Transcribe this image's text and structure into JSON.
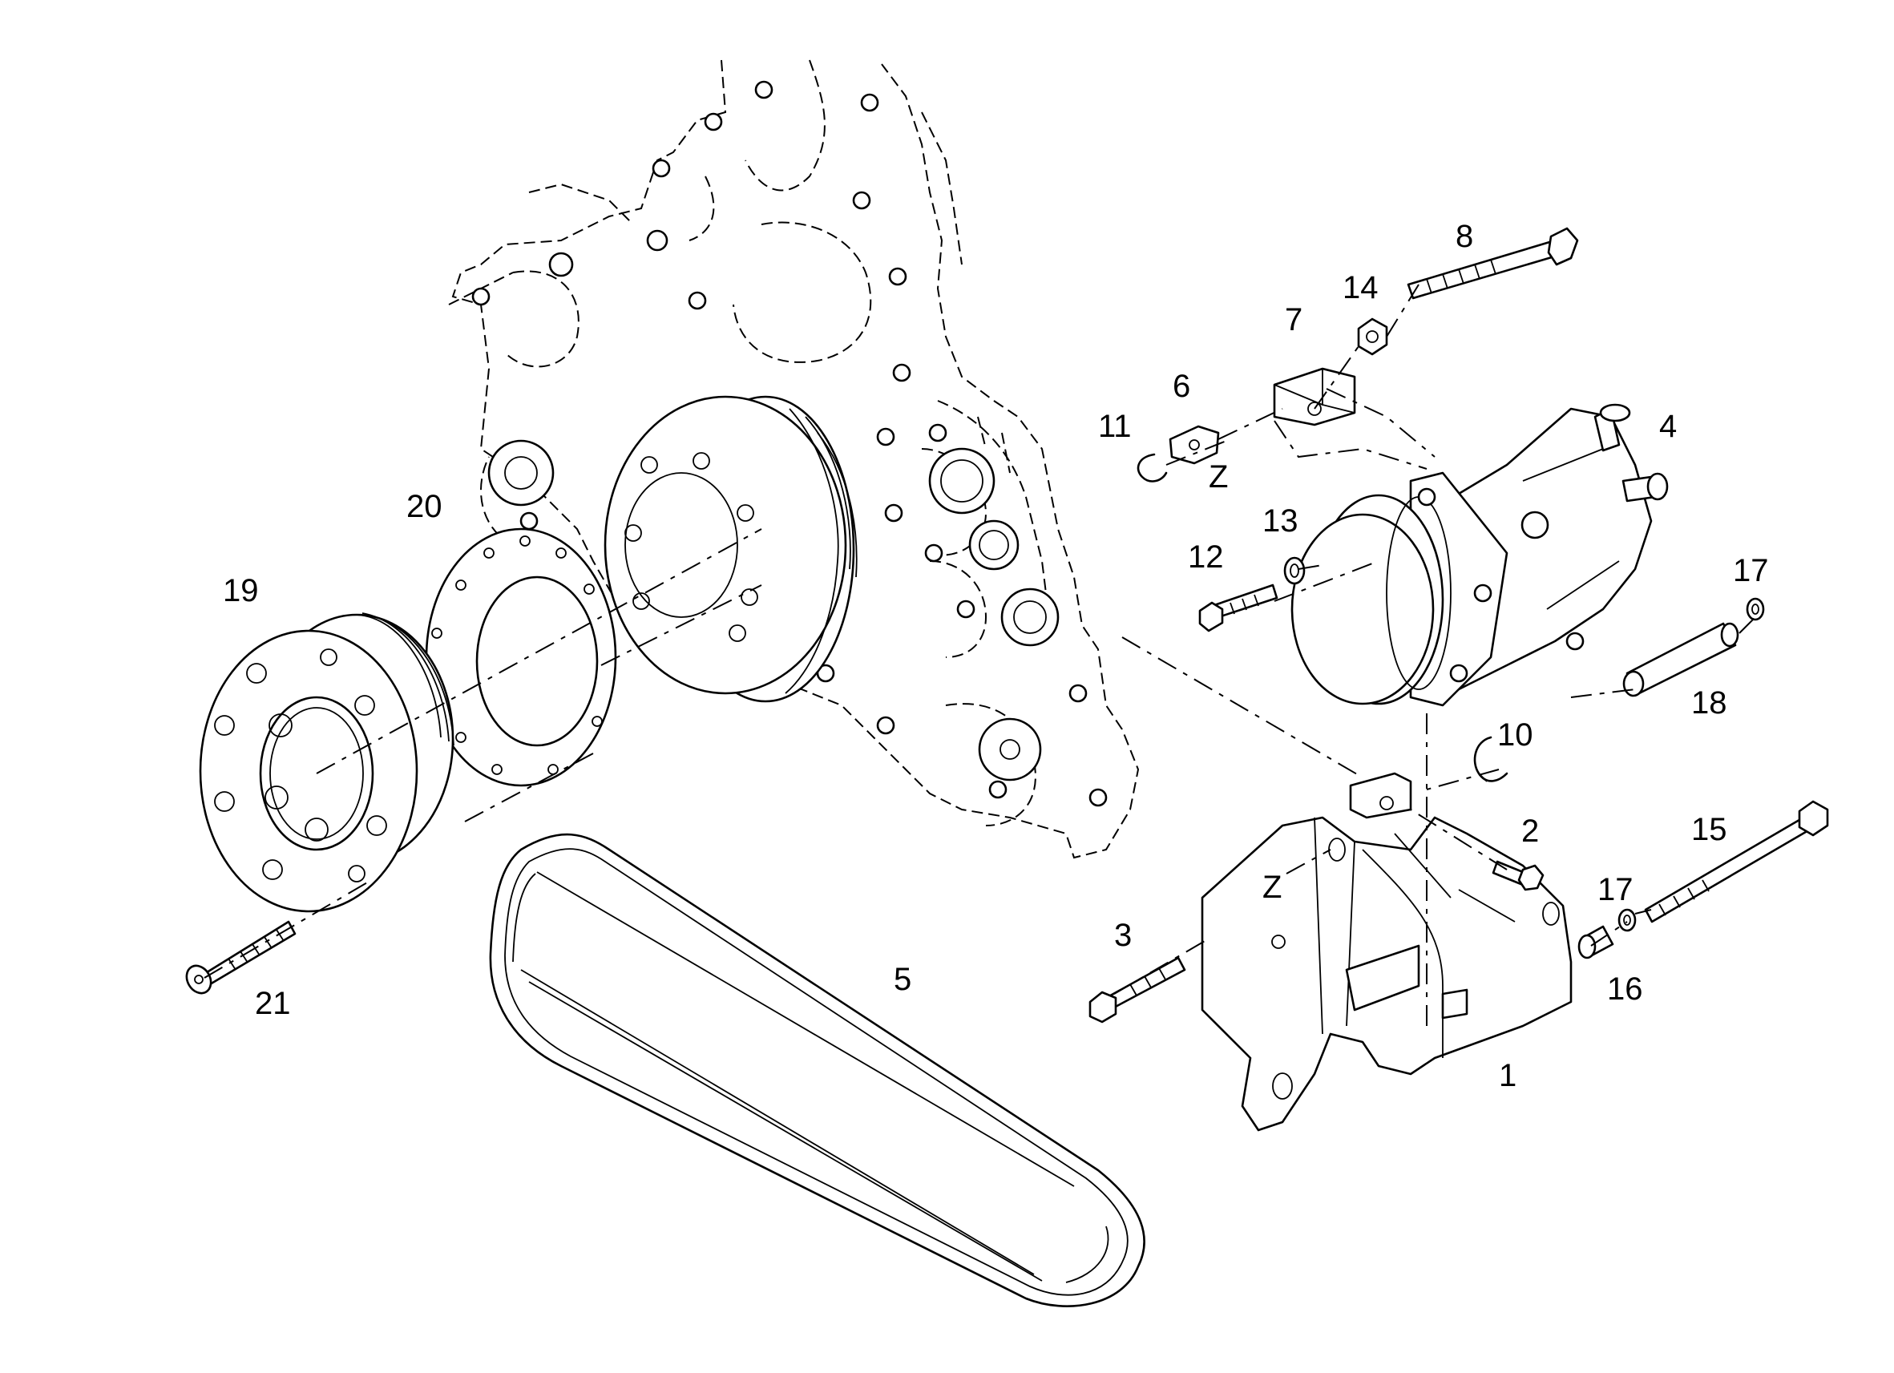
{
  "callouts": [
    {
      "id": "1",
      "label": "1"
    },
    {
      "id": "2",
      "label": "2"
    },
    {
      "id": "3",
      "label": "3"
    },
    {
      "id": "4",
      "label": "4"
    },
    {
      "id": "5",
      "label": "5"
    },
    {
      "id": "6",
      "label": "6"
    },
    {
      "id": "7",
      "label": "7"
    },
    {
      "id": "8",
      "label": "8"
    },
    {
      "id": "10",
      "label": "10"
    },
    {
      "id": "11",
      "label": "11"
    },
    {
      "id": "12",
      "label": "12"
    },
    {
      "id": "13",
      "label": "13"
    },
    {
      "id": "14",
      "label": "14"
    },
    {
      "id": "15",
      "label": "15"
    },
    {
      "id": "16",
      "label": "16"
    },
    {
      "id": "17a",
      "label": "17"
    },
    {
      "id": "17b",
      "label": "17"
    },
    {
      "id": "18",
      "label": "18"
    },
    {
      "id": "19",
      "label": "19"
    },
    {
      "id": "20",
      "label": "20"
    },
    {
      "id": "21",
      "label": "21"
    },
    {
      "id": "z1",
      "label": "Z"
    },
    {
      "id": "z2",
      "label": "Z"
    }
  ]
}
